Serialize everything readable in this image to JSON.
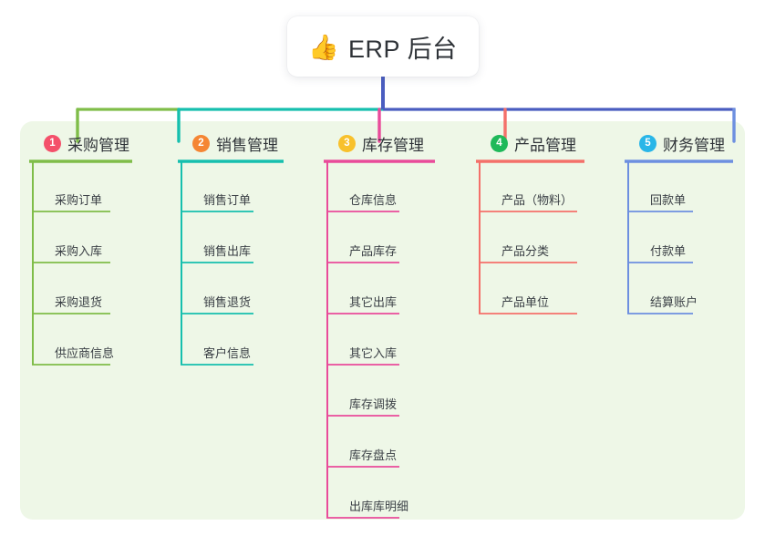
{
  "root": {
    "icon": "thumbs-up-icon",
    "emoji": "👍",
    "title": "ERP 后台"
  },
  "panel": {
    "background_color": "#eef7e7"
  },
  "colors": {
    "root_stem": "#4a5dc0",
    "bus": "#4a5dc0",
    "col1": "#7fbd49",
    "col2": "#16bfae",
    "col3": "#e94b9a",
    "col4": "#f4706a",
    "col5": "#6d8fe0",
    "badge1": "#f4506a",
    "badge2": "#f58634",
    "badge3": "#f8c12c",
    "badge4": "#1fb95a",
    "badge5": "#29b6e8",
    "text": "#2f3338"
  },
  "columns": [
    {
      "number": "1",
      "title": "采购管理",
      "badge_color": "#f4506a",
      "line_color": "#7fbd49",
      "items": [
        "采购订单",
        "采购入库",
        "采购退货",
        "供应商信息"
      ]
    },
    {
      "number": "2",
      "title": "销售管理",
      "badge_color": "#f58634",
      "line_color": "#16bfae",
      "items": [
        "销售订单",
        "销售出库",
        "销售退货",
        "客户信息"
      ]
    },
    {
      "number": "3",
      "title": "库存管理",
      "badge_color": "#f8c12c",
      "line_color": "#e94b9a",
      "items": [
        "仓库信息",
        "产品库存",
        "其它出库",
        "其它入库",
        "库存调拨",
        "库存盘点",
        "出库库明细"
      ]
    },
    {
      "number": "4",
      "title": "产品管理",
      "badge_color": "#1fb95a",
      "line_color": "#f4706a",
      "items": [
        "产品（物料）",
        "产品分类",
        "产品单位"
      ]
    },
    {
      "number": "5",
      "title": "财务管理",
      "badge_color": "#29b6e8",
      "line_color": "#6d8fe0",
      "items": [
        "回款单",
        "付款单",
        "结算账户"
      ]
    }
  ]
}
